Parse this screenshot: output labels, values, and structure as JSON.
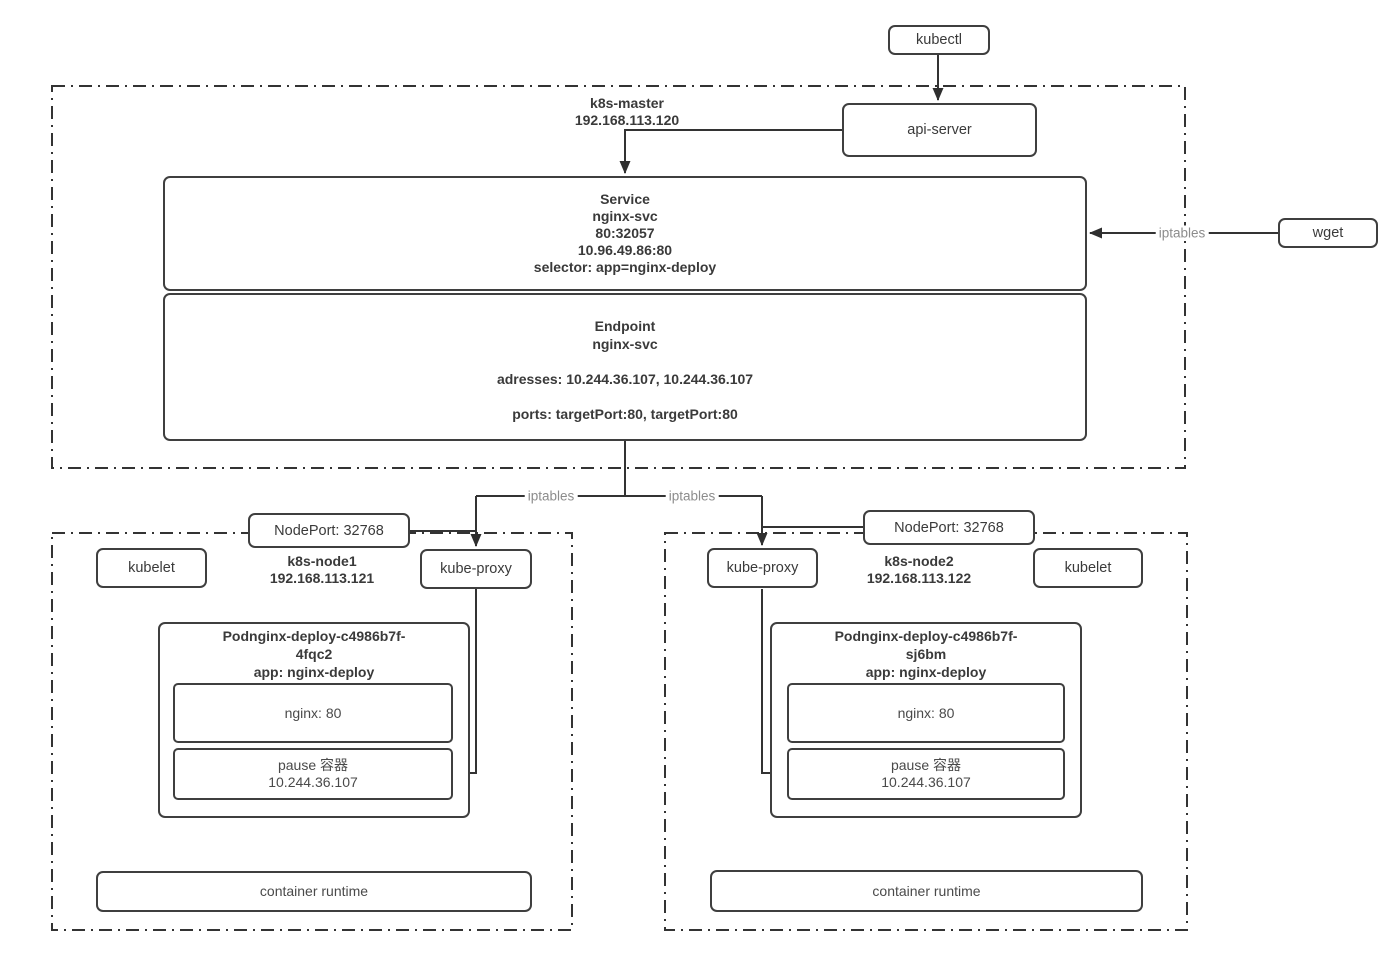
{
  "nodes": {
    "kubectl": {
      "label": "kubectl"
    },
    "api_server": {
      "label": "api-server"
    },
    "wget": {
      "label": "wget"
    },
    "master": {
      "title": "k8s-master",
      "ip": "192.168.113.120",
      "service": {
        "line1": "Service",
        "line2": "nginx-svc",
        "line3": "80:32057",
        "line4": "10.96.49.86:80",
        "line5": "selector: app=nginx-deploy"
      },
      "endpoint": {
        "line1": "Endpoint",
        "line2": "nginx-svc",
        "addresses": "adresses: 10.244.36.107, 10.244.36.107",
        "ports": "ports: targetPort:80, targetPort:80"
      }
    },
    "node1": {
      "title": "k8s-node1",
      "ip": "192.168.113.121",
      "nodeport": "NodePort: 32768",
      "kubelet": "kubelet",
      "kube_proxy": "kube-proxy",
      "pod": {
        "title1": "Podnginx-deploy-c4986b7f-",
        "title2": "4fqc2",
        "title3": "app: nginx-deploy",
        "nginx": "nginx: 80",
        "pause1": "pause 容器",
        "pause2": "10.244.36.107"
      },
      "container_runtime": "container runtime"
    },
    "node2": {
      "title": "k8s-node2",
      "ip": "192.168.113.122",
      "nodeport": "NodePort: 32768",
      "kubelet": "kubelet",
      "kube_proxy": "kube-proxy",
      "pod": {
        "title1": "Podnginx-deploy-c4986b7f-",
        "title2": "sj6bm",
        "title3": "app: nginx-deploy",
        "nginx": "nginx: 80",
        "pause1": "pause 容器",
        "pause2": "10.244.36.107"
      },
      "container_runtime": "container runtime"
    }
  },
  "edge_labels": {
    "wget_iptables": "iptables",
    "left_iptables": "iptables",
    "right_iptables": "iptables"
  },
  "colors": {
    "border": "#3f3f3f",
    "line": "#333333",
    "arrow": "#2f2f2f",
    "text": "#3a3a3a",
    "muted_label": "#8c8c8c",
    "background": "#ffffff"
  }
}
